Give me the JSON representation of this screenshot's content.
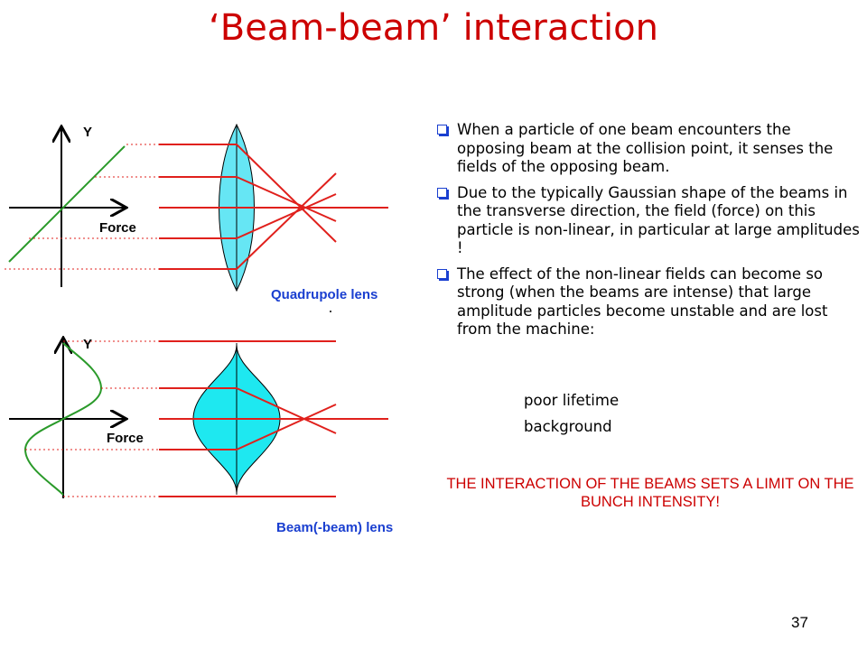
{
  "title": "‘Beam-beam’ interaction",
  "diagram": {
    "top": {
      "axis_y_label": "Y",
      "axis_x_label": "Force",
      "lens_label": "Quadrupole lens"
    },
    "bottom": {
      "axis_y_label": "Y",
      "axis_x_label": "Force",
      "lens_label": "Beam(-beam) lens"
    },
    "colors": {
      "beam": "#e0201c",
      "lens_fill": "#66e6f4",
      "force_line": "#2a9a2a",
      "label": "#1a3fd0"
    }
  },
  "bullets": [
    "When a particle of one beam encounters the opposing beam at the collision point, it senses the fields of the opposing beam.",
    "Due to the typically Gaussian shape of the beams in the transverse direction, the field (force) on this particle is non-linear, in particular at large amplitudes !",
    "The effect of the non-linear fields can become so strong (when the beams are intense) that large amplitude particles become unstable and are lost from the machine:"
  ],
  "consequences": [
    "poor lifetime",
    "background"
  ],
  "arrow_glyph": "",
  "limit_text": "THE INTERACTION OF THE BEAMS SETS A LIMIT ON THE BUNCH INTENSITY!",
  "page_number": "37"
}
